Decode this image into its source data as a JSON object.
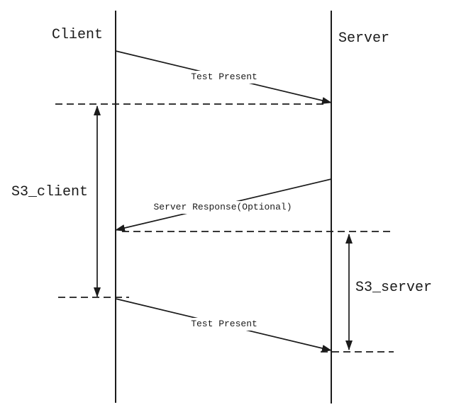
{
  "diagram": {
    "background_color": "#ffffff",
    "line_color": "#1b1b1b",
    "actors": [
      {
        "name": "Client"
      },
      {
        "name": "Server"
      }
    ],
    "messages": [
      {
        "label": "Test Present",
        "from": "Client",
        "to": "Server"
      },
      {
        "label": "Server Response(Optional)",
        "from": "Server",
        "to": "Client"
      },
      {
        "label": "Test Present",
        "from": "Client",
        "to": "Server"
      }
    ],
    "intervals": [
      {
        "label": "S3_client",
        "measures": "Client"
      },
      {
        "label": "S3_server",
        "measures": "Server"
      }
    ]
  }
}
